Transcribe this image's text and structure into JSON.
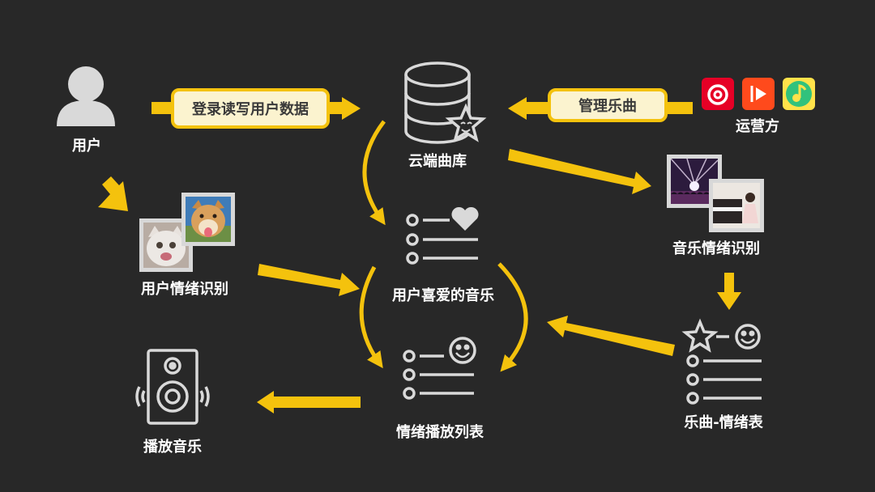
{
  "nodes": {
    "user": "用户",
    "cloud_library": "云端曲库",
    "operator": "运营方",
    "user_emotion_recognition": "用户情绪识别",
    "favorite_music": "用户喜爱的音乐",
    "music_emotion_recognition": "音乐情绪识别",
    "emotion_playlist": "情绪播放列表",
    "song_emotion_table": "乐曲-情绪表",
    "play_music": "播放音乐"
  },
  "edges": {
    "login_rw_user_data": "登录读写用户数据",
    "manage_songs": "管理乐曲"
  },
  "colors": {
    "background": "#282828",
    "accent": "#f4c20d",
    "pill_fill": "#fbf3cf",
    "icon": "#d9d9d9",
    "text": "#ffffff"
  },
  "icons": {
    "user": "person-icon",
    "cloud_library": "database-star-icon",
    "favorite_music": "list-heart-icon",
    "emotion_playlist": "list-smiley-icon",
    "song_emotion_table": "list-star-smiley-icon",
    "play_music": "speaker-icon",
    "operator_apps": [
      "netease-music-icon",
      "kugou-music-icon",
      "qq-music-icon"
    ]
  }
}
